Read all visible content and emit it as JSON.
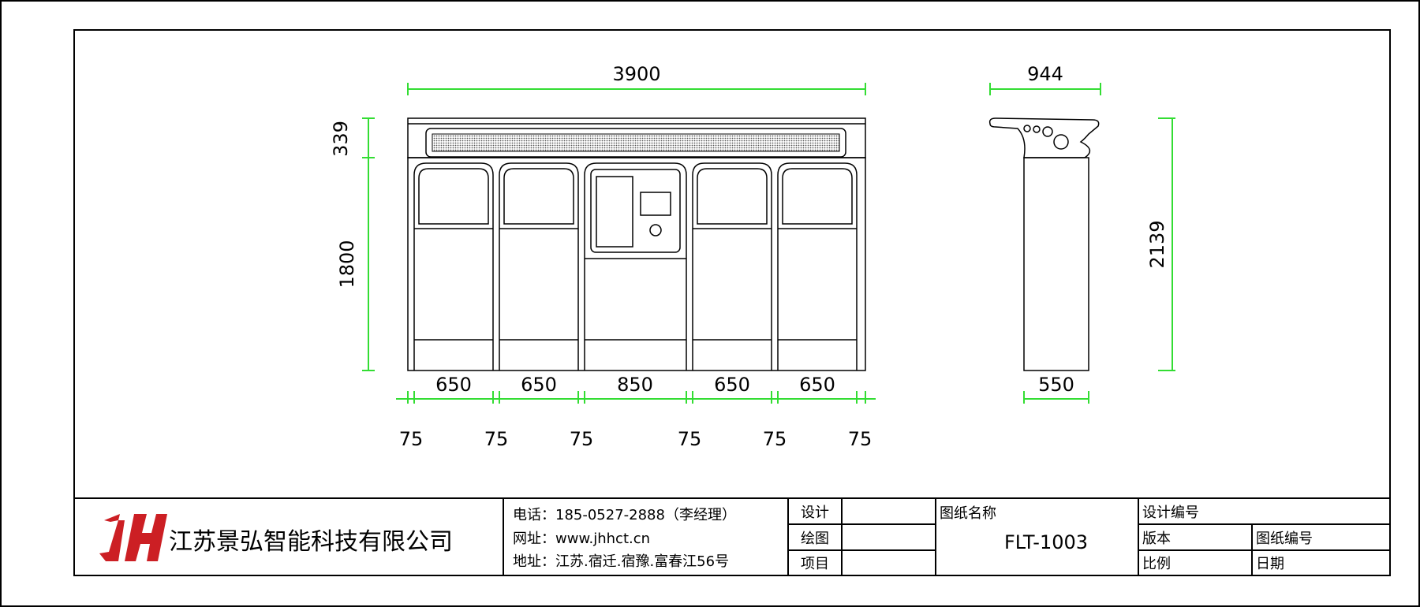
{
  "drawing": {
    "front_overall_width": "3900",
    "front_top_height": "339",
    "front_body_height": "1800",
    "modules": [
      "650",
      "650",
      "850",
      "650",
      "650"
    ],
    "gaps": [
      "75",
      "75",
      "75",
      "75",
      "75",
      "75"
    ],
    "side_depth_top": "944",
    "side_base_width": "550",
    "side_total_height": "2139"
  },
  "title_block": {
    "company": "江苏景弘智能科技有限公司",
    "logo_text": "JH",
    "phone": "电话：185-0527-2888（李经理）",
    "website": "网址：www.jhhct.cn",
    "address": "地址：江苏.宿迁.宿豫.富春江56号",
    "design_label": "设计",
    "drawing_label": "绘图",
    "project_label": "项目",
    "drawing_name_label": "图纸名称",
    "drawing_name_value": "FLT-1003",
    "design_no_label": "设计编号",
    "version_label": "版本",
    "drawing_no_label": "图纸编号",
    "scale_label": "比例",
    "date_label": "日期"
  },
  "colors": {
    "dimension": "#33dd33",
    "logo": "#cc1f24",
    "lines": "#000000"
  }
}
